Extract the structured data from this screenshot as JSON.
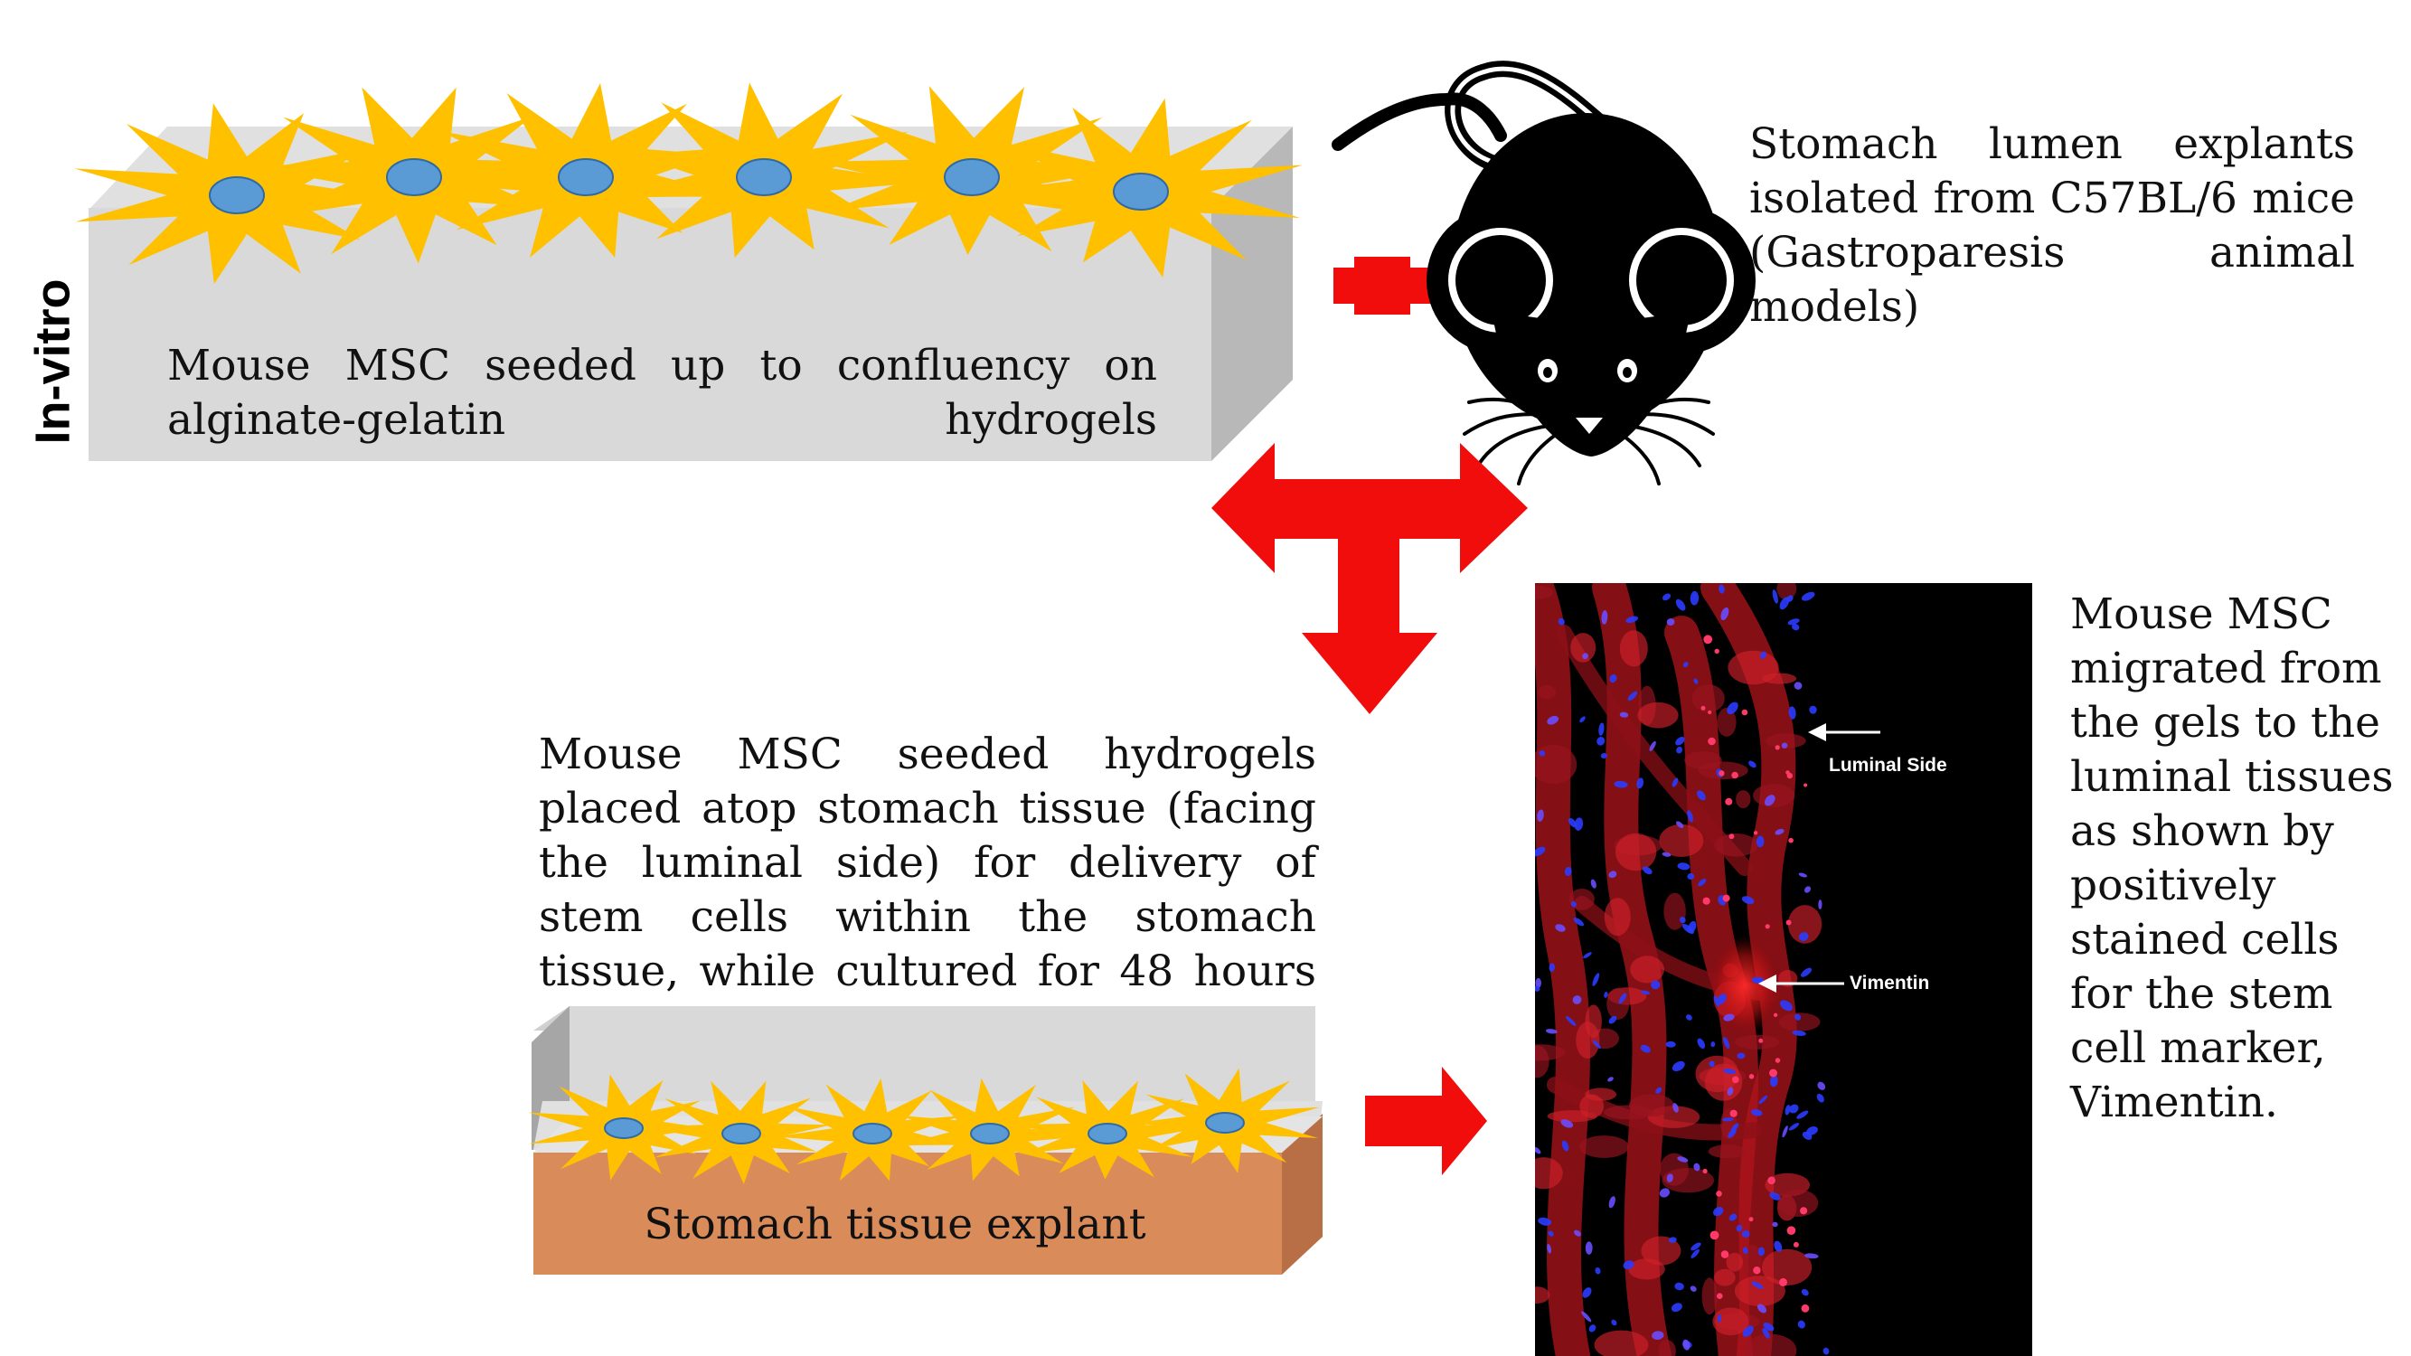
{
  "side_label": "In-vitro",
  "hydrogel": {
    "text": "Mouse MSC seeded up to confluency on alginate-gelatin hydrogels"
  },
  "mouse": {
    "text": "Stomach lumen explants isolated from C57BL/6 mice (Gastroparesis animal models)"
  },
  "placement": {
    "text": "Mouse MSC seeded hydrogels placed atop stomach tissue (facing the luminal side) for delivery of stem cells within the stomach tissue, while cultured for 48 hours"
  },
  "explant": {
    "label": "Stomach tissue explant"
  },
  "micrograph": {
    "luminal_label": "Luminal Side",
    "vimentin_label": "Vimentin"
  },
  "result": {
    "lines": [
      "Mouse MSC",
      "migrated from",
      "the gels to the",
      "luminal tissues",
      "as shown by",
      "positively",
      "stained cells",
      "for the stem",
      "cell marker,",
      "Vimentin."
    ]
  },
  "colors": {
    "arrow": "#f20d0d",
    "cell": "#ffc000",
    "nucleus": "#5b9bd5",
    "gel_top": "#e0e0e0",
    "gel_front": "#d9d9d9",
    "gel_side": "#b8b8b8",
    "tissue_front": "#d98c5a",
    "tissue_side": "#b86f45",
    "micrograph_bg": "#000000"
  }
}
